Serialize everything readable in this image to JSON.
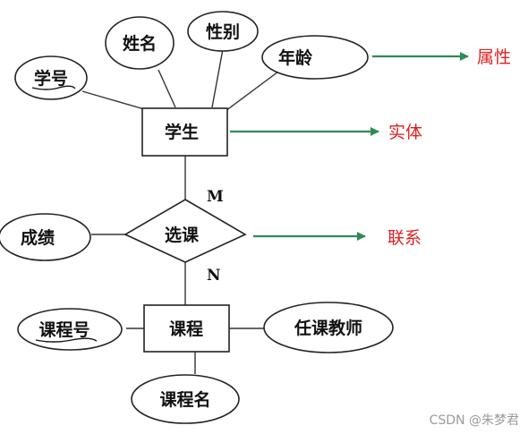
{
  "diagram": {
    "attributes": {
      "student_id": "学号",
      "name": "姓名",
      "gender": "性别",
      "age": "年龄",
      "grade": "成绩",
      "course_id": "课程号",
      "teacher": "任课教师",
      "course_name": "课程名"
    },
    "entities": {
      "student": "学生",
      "course": "课程"
    },
    "relationship": {
      "select_course": "选课"
    },
    "cardinality": {
      "student_side": "M",
      "course_side": "N"
    },
    "annotations": {
      "attribute": "属性",
      "entity": "实体",
      "relationship": "联系"
    },
    "colors": {
      "arrow": "#2e8b57",
      "annotation_text": "#e02020"
    }
  },
  "watermark": "CSDN @朱梦君"
}
